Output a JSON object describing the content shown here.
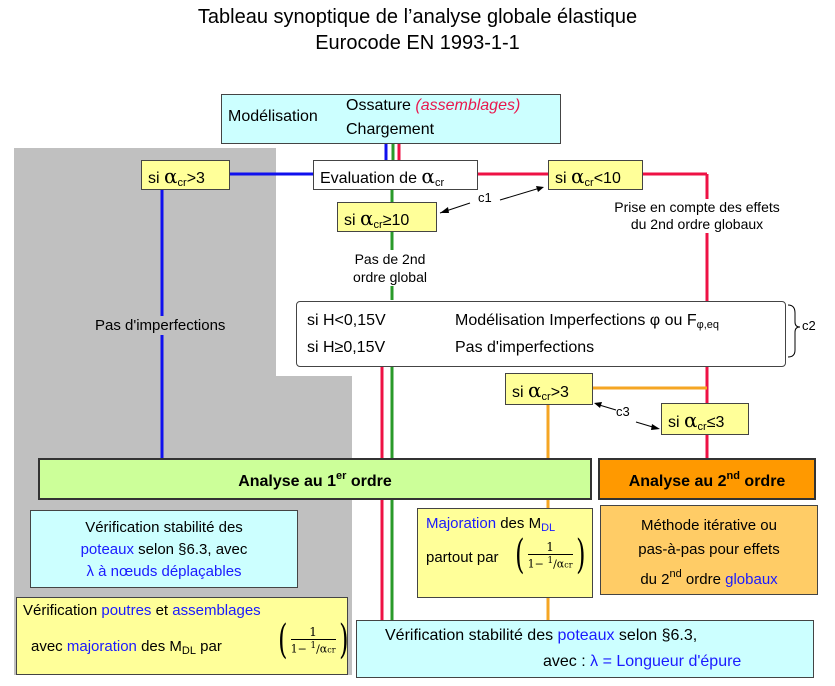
{
  "title_line1": "Tableau synoptique de l’analyse globale élastique",
  "title_line2": "Eurocode EN 1993-1-1",
  "modelisation": {
    "label": "Modélisation",
    "ossature": "Ossature",
    "assemblages": "(assemblages)",
    "chargement": "Chargement"
  },
  "alpha_symbol": "α",
  "cr_sub": "cr",
  "evaluation": {
    "label": "Evaluation de"
  },
  "cond_gt3": {
    "si": "si",
    "op": ">3"
  },
  "cond_lt10": {
    "si": "si",
    "op": "<10"
  },
  "cond_ge10": {
    "si": "si",
    "op": "≥10"
  },
  "cond_gt3_b": {
    "si": "si",
    "op": ">3"
  },
  "cond_le3": {
    "si": "si",
    "op": "≤3"
  },
  "c1": "c1",
  "c2": "c2",
  "c3": "c3",
  "prise_en_compte": [
    "Prise en compte des effets",
    "du 2nd ordre globaux"
  ],
  "pas_de_2nd": [
    "Pas de 2nd",
    "ordre global"
  ],
  "pas_imperfections_left": "Pas d'imperfections",
  "h_box": {
    "row1_cond": "si H<0,15V",
    "row1_text": "Modélisation Imperfections φ ou F",
    "row1_sub": "φ,eq",
    "row2_cond": "si H≥0,15V",
    "row2_text": "Pas d'imperfections"
  },
  "analyse1": {
    "prefix": "Analyse au 1",
    "sup": "er",
    "suffix": " ordre"
  },
  "analyse2": {
    "prefix": "Analyse au 2",
    "sup": "nd",
    "suffix": " ordre"
  },
  "verif_poteaux": {
    "line1": "Vérification stabilité des",
    "line2_blue": "poteaux",
    "line2_rest": " selon §6.3, avec",
    "line3": "λ à nœuds déplaçables"
  },
  "majoration_mid": {
    "word1": "Majoration",
    "word2": " des M",
    "sub": "DL",
    "line2": "partout par"
  },
  "frac": {
    "num": "1",
    "den_prefix": "1−",
    "den_num": "1",
    "den_den": "α",
    "den_sub": "cr"
  },
  "methode": {
    "line1": "Méthode itérative ou",
    "line2": "pas-à-pas pour effets",
    "line3_prefix": "du 2",
    "line3_sup": "nd",
    "line3_mid": " ordre ",
    "line3_blue": "globaux"
  },
  "verif_poutres": {
    "p1": "Vérification ",
    "p2_blue": "poutres",
    "p3": " et ",
    "p4_blue": "assemblages",
    "l2_p1": "avec ",
    "l2_p2_blue": "majoration",
    "l2_p3": " des M",
    "l2_sub": "DL",
    "l2_p4": " par"
  },
  "verif_bottom": {
    "p1": "Vérification stabilité des ",
    "p2_blue": "poteaux",
    "p3": " selon  §6.3,",
    "l2_p1": "avec : ",
    "l2_p2_blue": "λ = Longueur d'épure"
  },
  "colors": {
    "blue_line": "#1010ee",
    "red_line": "#ee1144",
    "green_line": "#2a9a2a",
    "orange_line": "#f5a623",
    "grey_panel": "#c0c0c0",
    "analyse1_bg": "#ccff99",
    "analyse2_bg": "#ff9900",
    "methode_bg": "#ffcc66"
  }
}
